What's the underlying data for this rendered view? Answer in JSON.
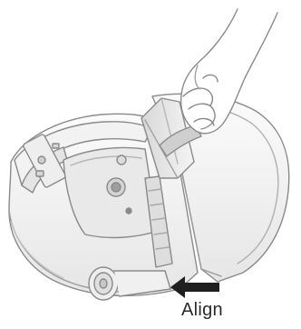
{
  "illustration": {
    "subject": "robot-vacuum-dustbin-insertion",
    "arrow_direction": "left",
    "colors": {
      "outline": "#8a8a8a",
      "shell_light": "#f7f7f7",
      "shell_shade": "#e3e3e3",
      "interior": "#d9d9d9",
      "arrow": "#1f1f1f",
      "caption": "#2a2a2a"
    }
  },
  "labels": {
    "align": "Align"
  }
}
